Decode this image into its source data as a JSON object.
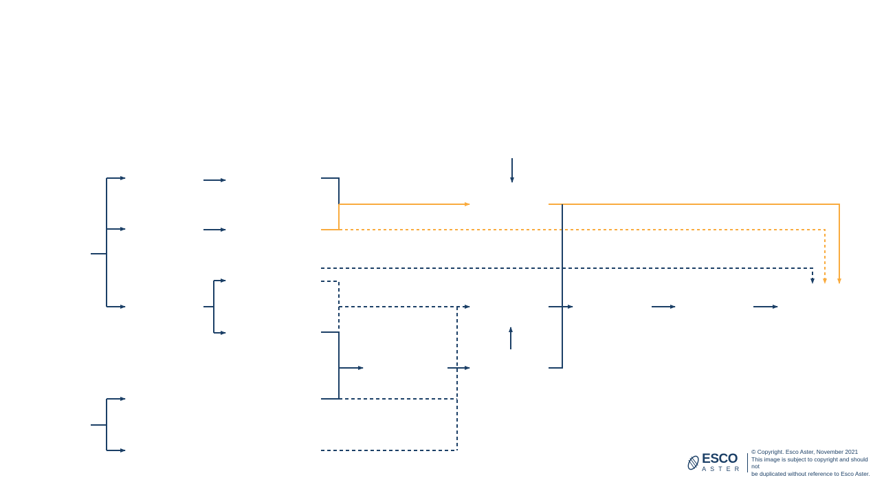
{
  "colors": {
    "navy": "#1b3f66",
    "orange": "#f9ab3e"
  },
  "footer": {
    "logo_name": "ESCO",
    "logo_sub": "ASTER",
    "copyright_lines": [
      "© Copyright. Esco Aster, November 2021",
      "This image is subject to copyright and should not",
      "be duplicated without reference to Esco Aster."
    ]
  }
}
